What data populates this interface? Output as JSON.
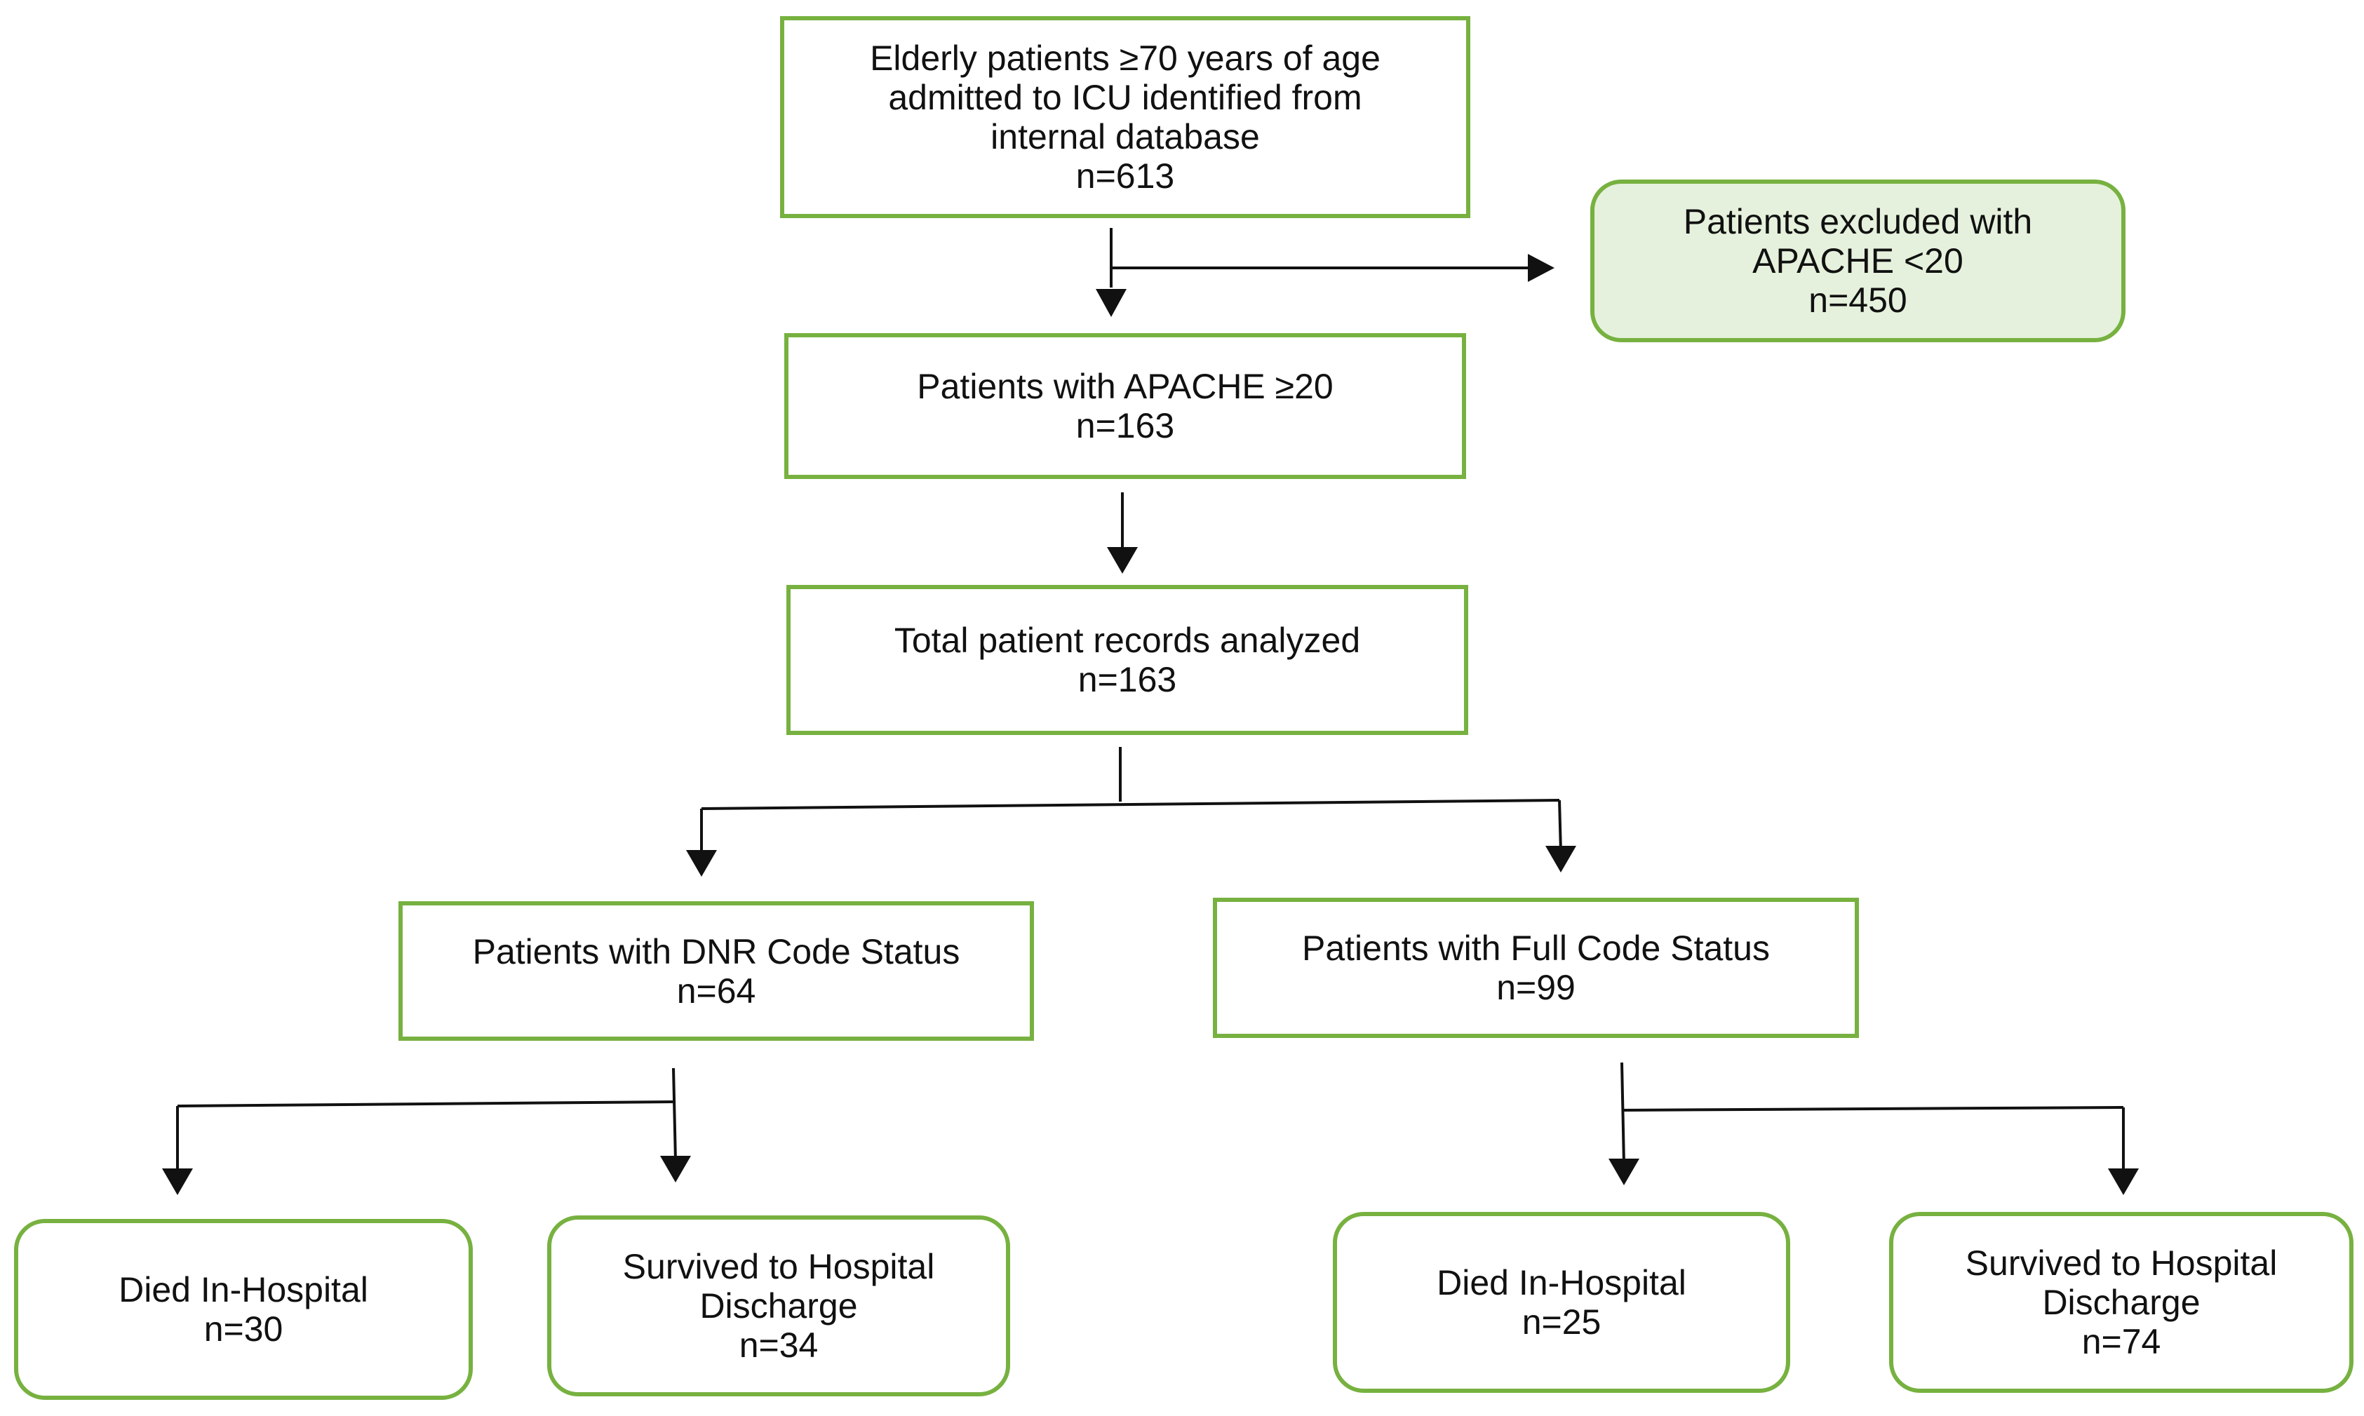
{
  "flowchart": {
    "screened": {
      "label": "Elderly patients ≥70 years of age\nadmitted to ICU identified from\ninternal database",
      "count": "n=613"
    },
    "excluded": {
      "label": "Patients excluded with\nAPACHE <20",
      "count": "n=450"
    },
    "apache_included": {
      "label": "Patients with APACHE ≥20",
      "count": "n=163"
    },
    "analyzed": {
      "label": "Total patient records analyzed",
      "count": "n=163"
    },
    "dnr": {
      "label": "Patients with DNR Code Status",
      "count": "n=64"
    },
    "full_code": {
      "label": "Patients with Full Code Status",
      "count": "n=99"
    },
    "dnr_died": {
      "label": "Died In-Hospital",
      "count": "n=30"
    },
    "dnr_survived": {
      "label": "Survived to Hospital\nDischarge",
      "count": "n=34"
    },
    "full_died": {
      "label": "Died In-Hospital",
      "count": "n=25"
    },
    "full_survived": {
      "label": "Survived to Hospital\nDischarge",
      "count": "n=74"
    }
  },
  "colors": {
    "border": "#77b140",
    "excluded_fill": "#e5f1dc",
    "arrow": "#111111"
  }
}
